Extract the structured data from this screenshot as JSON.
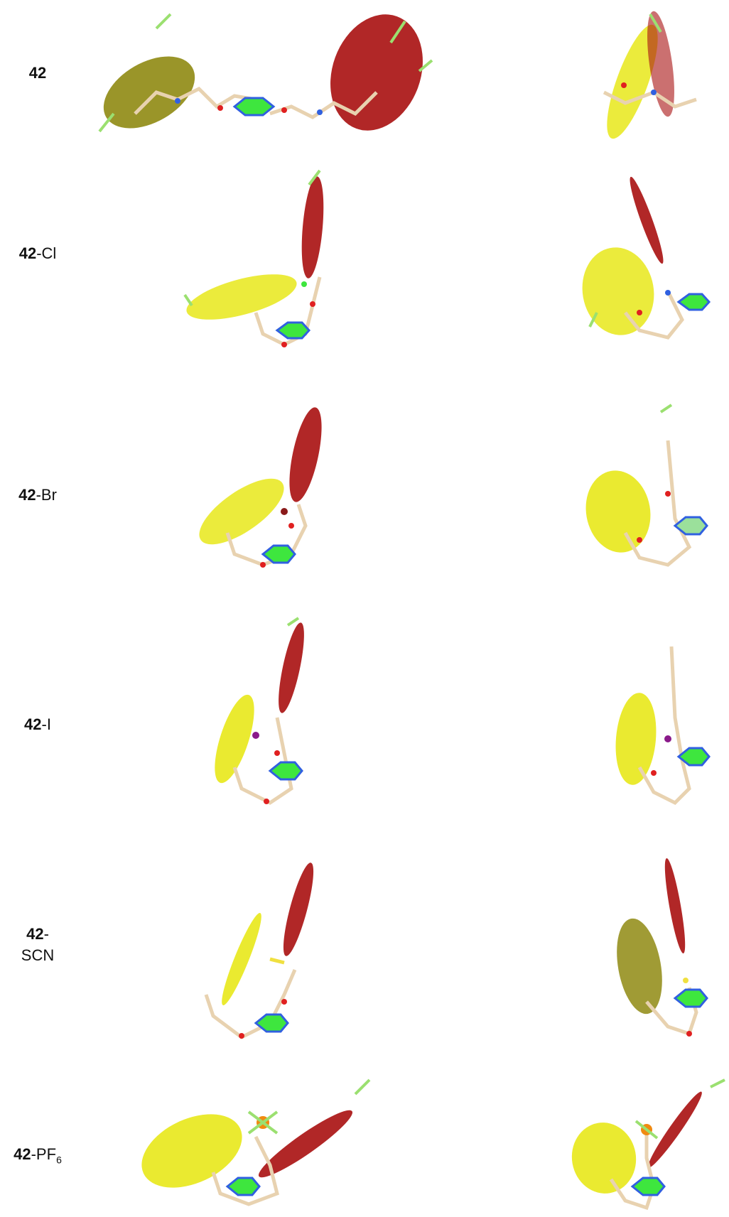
{
  "rows": [
    {
      "id": "r0",
      "label_bold": "42",
      "label_rest": "",
      "label_sub": ""
    },
    {
      "id": "r1",
      "label_bold": "42",
      "label_rest": "-Cl",
      "label_sub": ""
    },
    {
      "id": "r2",
      "label_bold": "42",
      "label_rest": "-Br",
      "label_sub": ""
    },
    {
      "id": "r3",
      "label_bold": "42",
      "label_rest": "-I",
      "label_sub": ""
    },
    {
      "id": "r4",
      "label_bold": "42",
      "label_rest": "-",
      "label_line2": "SCN",
      "label_sub": ""
    },
    {
      "id": "r5",
      "label_bold": "42",
      "label_rest": "-PF",
      "label_sub": "6"
    }
  ],
  "colors": {
    "plane_yellow": "#e8e81a",
    "plane_olive": "#8f8a12",
    "plane_red": "#a81010",
    "bond_tan": "#e8d2b0",
    "ring_green": "#3ee63e",
    "nitrogen": "#3060e0",
    "oxygen": "#e02020",
    "fluorine": "#9be070",
    "phosphorus": "#f08a10",
    "iodine": "#8a1a8a",
    "sulfur": "#f0e040"
  }
}
